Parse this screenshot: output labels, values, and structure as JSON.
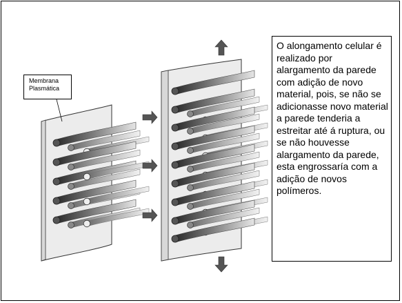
{
  "labels": {
    "membrane_line1": "Membrana",
    "membrane_line2": "Plasmática"
  },
  "explanation": "O alongamento celular é realizado por alargamento da parede com adição de novo material, pois, se não se adicionasse novo material a parede tenderia a estreitar até á ruptura, ou se não houvesse alargamento da parede, esta engrossaría com a adição de novos polímeros."
}
